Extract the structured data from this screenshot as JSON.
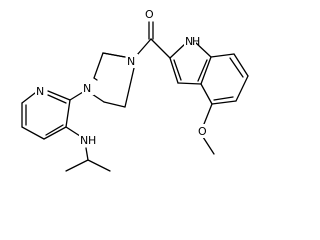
{
  "structure": {
    "atoms": {
      "o_carbonyl": "O",
      "n_indole": "N",
      "h_indole": "H",
      "n_piperazine_top": "N",
      "n_piperazine_bottom": "N",
      "n_pyridine": "N",
      "n_amine": "N",
      "h_amine": "H",
      "o_methoxy": "O"
    },
    "colors": {
      "bond": "#000000",
      "label": "#000000",
      "background": "#ffffff"
    }
  }
}
